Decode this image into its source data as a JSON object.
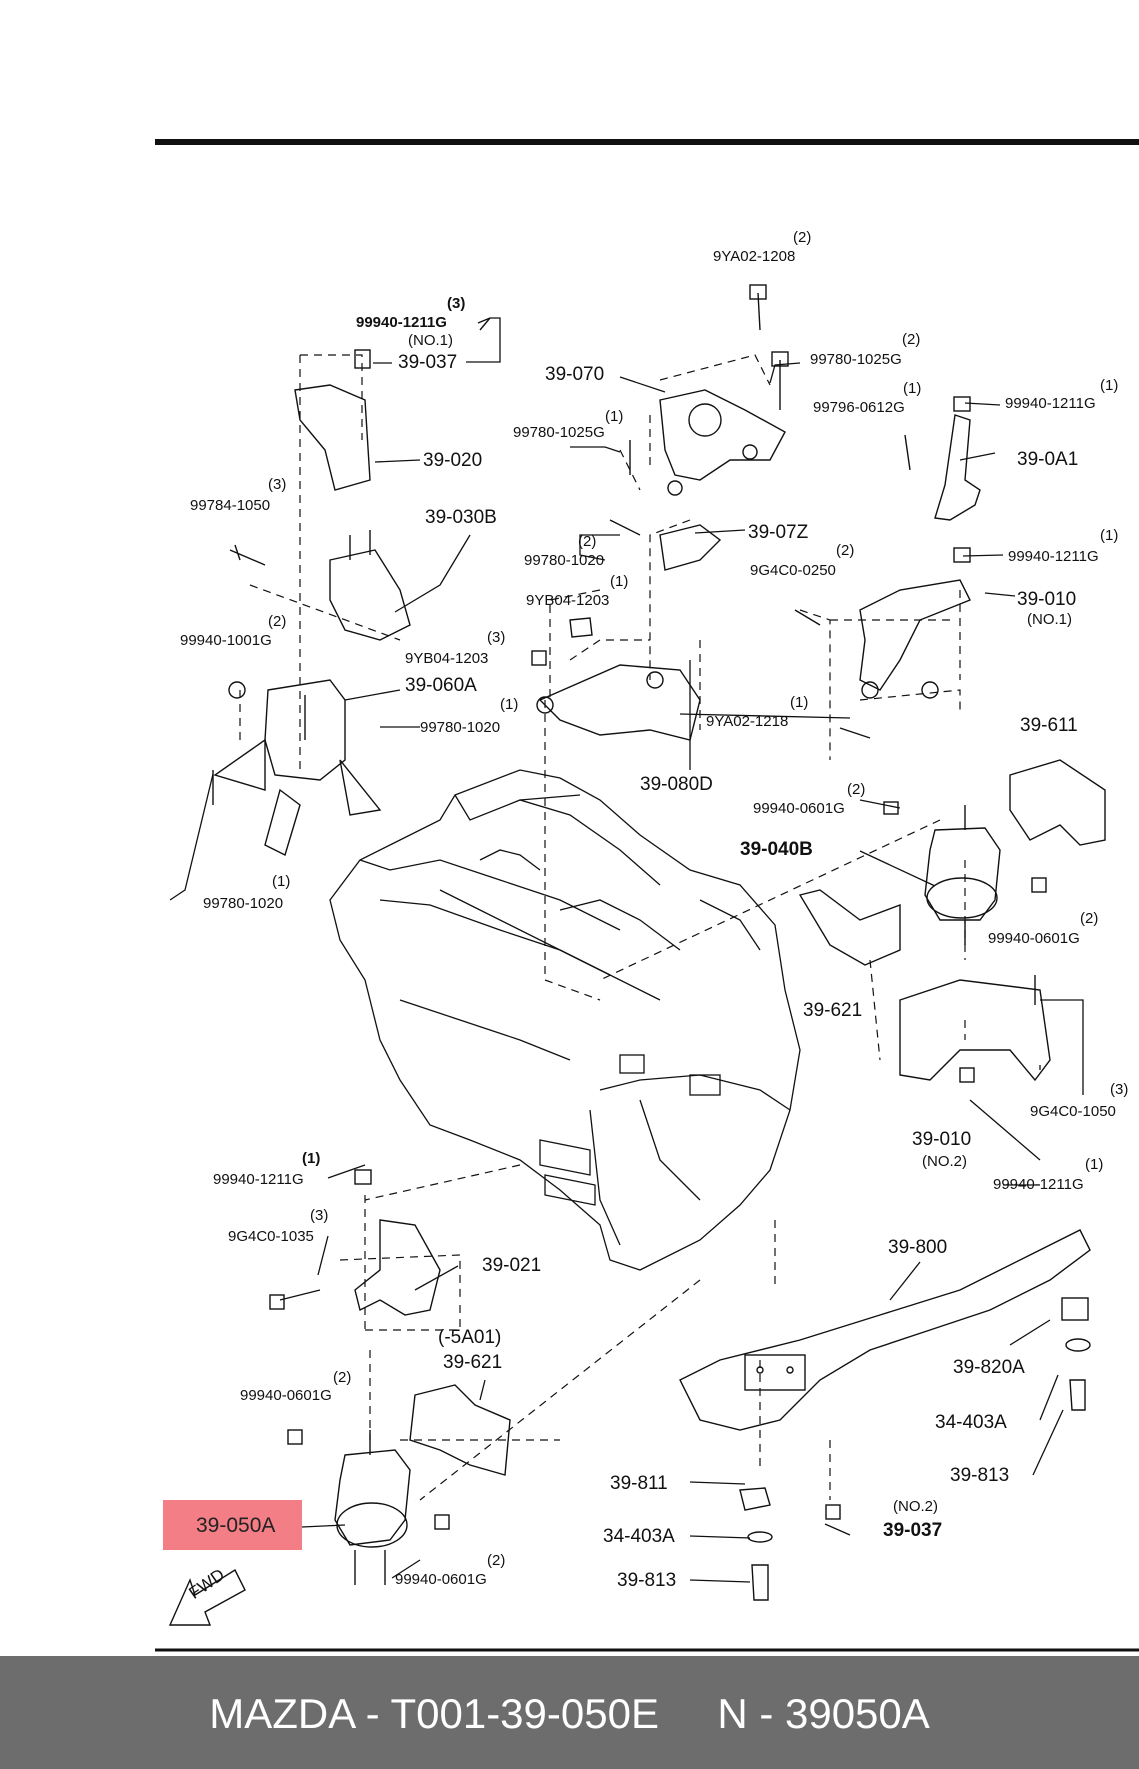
{
  "diagram": {
    "parts": {
      "p39_037_top": "39-037",
      "p39_020": "39-020",
      "p39_030b": "39-030B",
      "p39_060a": "39-060A",
      "p39_070": "39-070",
      "p39_07z": "39-07Z",
      "p39_080d": "39-080D",
      "p39_0a1": "39-0A1",
      "p39_010_no1": "39-010",
      "p39_611": "39-611",
      "p39_040b": "39-040B",
      "p39_621_right": "39-621",
      "p39_010_no2": "39-010",
      "p39_021": "39-021",
      "p39_5a01": "(-5A01)",
      "p39_621_left": "39-621",
      "p39_800": "39-800",
      "p39_820a": "39-820A",
      "p34_403a_right": "34-403A",
      "p39_813_right": "39-813",
      "p39_811": "39-811",
      "p39_037_bottom": "39-037",
      "p34_403a_bottom": "34-403A",
      "p39_813_bottom": "39-813",
      "p39_050a": "39-050A"
    },
    "fasteners": {
      "f9ya02_1208": "9YA02-1208",
      "f9ya02_1208_qty": "(2)",
      "f99940_1211g_top": "99940-1211G",
      "f99940_1211g_top_qty": "(3)",
      "no1_top": "(NO.1)",
      "f99780_1025g_r": "99780-1025G",
      "f99780_1025g_r_qty": "(2)",
      "f99796_0612g": "99796-0612G",
      "f99796_0612g_qty": "(1)",
      "f99940_1211g_r1": "99940-1211G",
      "f99940_1211g_r1_qty": "(1)",
      "f99780_1025g_l": "99780-1025G",
      "f99780_1025g_l_qty": "(1)",
      "f99784_1050": "99784-1050",
      "f99784_1050_qty": "(3)",
      "f99780_1020_mid": "99780-1020",
      "f99780_1020_mid_qty": "(2)",
      "f99940_1211g_r2": "99940-1211G",
      "f99940_1211g_r2_qty": "(1)",
      "f9g4c0_0250": "9G4C0-0250",
      "f9g4c0_0250_qty": "(2)",
      "f9yb04_1203_a": "9YB04-1203",
      "f9yb04_1203_a_qty": "(1)",
      "no1_right": "(NO.1)",
      "f99940_1001g": "99940-1001G",
      "f99940_1001g_qty": "(2)",
      "f9yb04_1203_b": "9YB04-1203",
      "f9yb04_1203_b_qty": "(3)",
      "f99780_1020_l": "99780-1020",
      "f99780_1020_l_qty": "(1)",
      "f9ya02_1218": "9YA02-1218",
      "f9ya02_1218_qty": "(1)",
      "f99940_0601g_a": "99940-0601G",
      "f99940_0601g_a_qty": "(2)",
      "f99780_1020_b": "99780-1020",
      "f99780_1020_b_qty": "(1)",
      "f99940_0601g_b": "99940-0601G",
      "f99940_0601g_b_qty": "(2)",
      "f9g4c0_1050": "9G4C0-1050",
      "f9g4c0_1050_qty": "(3)",
      "no2_a": "(NO.2)",
      "f99940_1211g_r3": "99940-1211G",
      "f99940_1211g_r3_qty": "(1)",
      "f99940_1211g_l": "99940-1211G",
      "f99940_1211g_l_qty": "(1)",
      "f9g4c0_1035": "9G4C0-1035",
      "f9g4c0_1035_qty": "(3)",
      "f99940_0601g_c": "99940-0601G",
      "f99940_0601g_c_qty": "(2)",
      "no2_b": "(NO.2)",
      "f99940_0601g_d": "99940-0601G",
      "f99940_0601g_d_qty": "(2)"
    },
    "fwd": "FWD"
  },
  "footer": {
    "text": "MAZDA - T001-39-050E     N - 39050A"
  }
}
